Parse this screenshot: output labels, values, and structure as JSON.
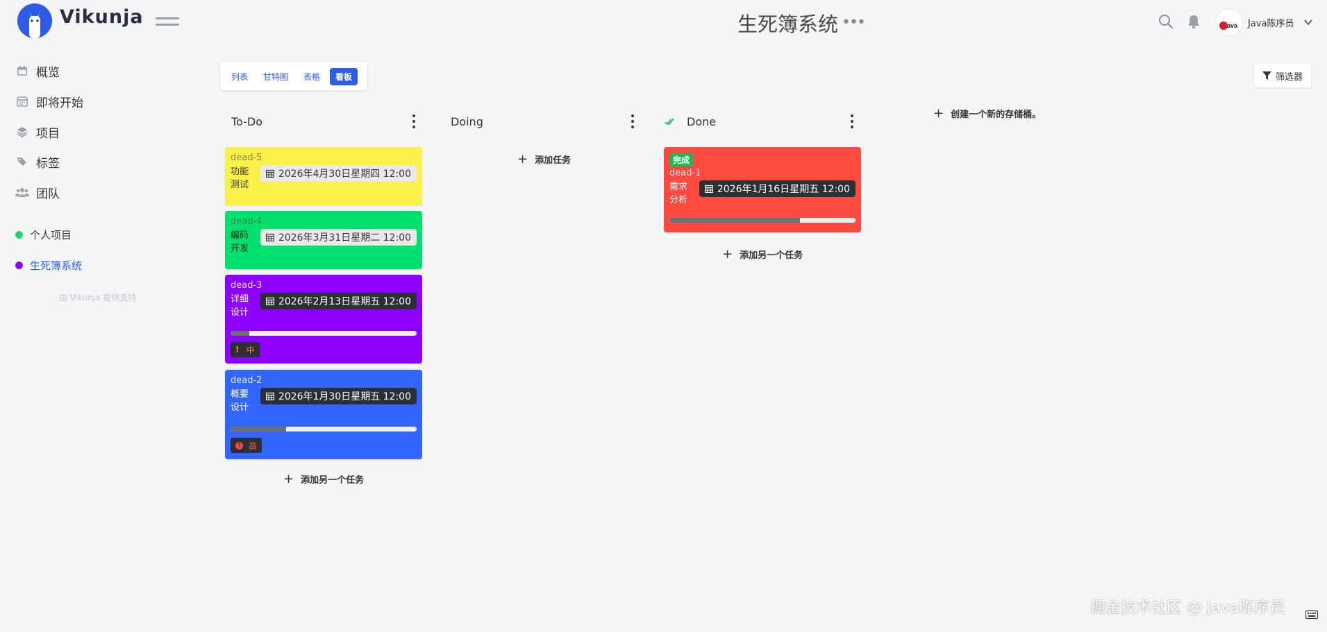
{
  "header": {
    "logo_text": "Vikunja",
    "project_title": "生死簿系统",
    "title_menu": "•••",
    "username": "Java陈序员",
    "colors": {
      "brand": "#2f5ce5"
    }
  },
  "sidebar": {
    "nav": [
      {
        "label": "概览",
        "icon": "calendar-icon"
      },
      {
        "label": "即将开始",
        "icon": "calendar-grid-icon"
      },
      {
        "label": "项目",
        "icon": "layers-icon"
      },
      {
        "label": "标签",
        "icon": "tags-icon"
      },
      {
        "label": "团队",
        "icon": "users-icon"
      }
    ],
    "projects": [
      {
        "label": "个人项目",
        "color": "#1ed760"
      },
      {
        "label": "生死簿系统",
        "color": "#8a00ff"
      }
    ],
    "powered_by": "由 Vikunja 提供支持"
  },
  "views": {
    "tabs": [
      "列表",
      "甘特图",
      "表格",
      "看板"
    ],
    "active": "看板"
  },
  "filter_label": "筛选器",
  "buckets": [
    {
      "title": "To-Do",
      "tasks": [
        {
          "ident": "dead-5",
          "title": "功能测试",
          "date": "2026年4月30日星期四 12:00",
          "color": "#f9f148"
        },
        {
          "ident": "dead-4",
          "title": "编码开发",
          "date": "2026年3月31日星期二 12:00",
          "color": "#00e06e"
        },
        {
          "ident": "dead-3",
          "title": "详细设计",
          "date": "2026年2月13日星期五 12:00",
          "color": "#8b00ff",
          "progress": 0.1,
          "priority_icon": "!",
          "priority": "中"
        },
        {
          "ident": "dead-2",
          "title": "概要设计",
          "date": "2026年1月30日星期五 12:00",
          "color": "#3366ff",
          "progress": 0.3,
          "priority_icon": "!",
          "priority": "高"
        }
      ],
      "add_label": "添加另一个任务"
    },
    {
      "title": "Doing",
      "tasks": [],
      "add_label": "添加任务"
    },
    {
      "title": "Done",
      "tasks": [
        {
          "done_label": "完成",
          "ident": "dead-1",
          "title": "需求分析",
          "date": "2026年1月16日星期五 12:00",
          "color": "#ff4a41",
          "progress": 0.7
        }
      ],
      "add_label": "添加另一个任务"
    }
  ],
  "new_bucket_label": "创建一个新的存储桶。",
  "watermark": "掘金技术社区 @ Java陈序员"
}
